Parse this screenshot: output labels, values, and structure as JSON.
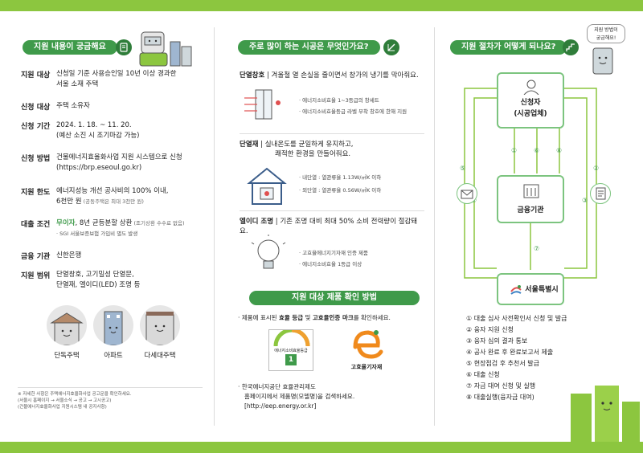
{
  "col1": {
    "pill": "지원 내용이 궁금해요",
    "rows": [
      {
        "key": "지원 대상",
        "lines": [
          "신청일 기준 사용승인일 10년 이상 경과한",
          "서울 소재 주택"
        ]
      },
      {
        "key": "신청 대상",
        "lines": [
          "주택 소유자"
        ]
      },
      {
        "key": "신청 기간",
        "lines": [
          "2024. 1. 18. ~ 11. 20.",
          "(예산 소진 시 조기마감 가능)"
        ]
      },
      {
        "key": "신청 방법",
        "lines": [
          "건물에너지효율화사업 지원 시스템으로 신청",
          "(https://brp.eseoul.go.kr)"
        ]
      },
      {
        "key": "지원 한도",
        "lines": [
          "에너지성능 개선 공사비의 100% 이내,"
        ],
        "line2_main": "6천만 원",
        "line2_small": " (공동주택은 최대 3천만 원)"
      },
      {
        "key": "대출 조건",
        "green": "무이자",
        "rest": ", 8년 균등분할 상환",
        "small": " (조기상환 수수료 없음)",
        "sub": "· SGI 서울보증보험 가입비 별도 발생"
      },
      {
        "key": "금융 기관",
        "lines": [
          "신한은행"
        ]
      },
      {
        "key": "지원 범위",
        "lines": [
          "단열창호, 고기밀성 단열문,",
          "단열재, 엘이디(LED) 조명 등"
        ]
      }
    ],
    "houses": [
      "단독주택",
      "아파트",
      "다세대주택"
    ],
    "footnote": [
      "※ 자세한 사항은 주택에너지효율화사업 공고문을 확인하세요.",
      "(서울시 홈페이지 → 서울소식 → 공고 → 고시공고)",
      "(건물에너지효율화사업 지원시스템 내 공지사항)"
    ]
  },
  "col2": {
    "pill": "주로 많이 하는 시공은 무엇인가요?",
    "sections": [
      {
        "name": "단열창호",
        "desc": " | 겨울철 열 손실을 줄이면서 창가의 냉기를 막아줘요.",
        "bullets": [
          "에너지소비효율 1~3등급의 창세트",
          "에너지소비효율등급 라벨 부착 창호에 한해 지원"
        ]
      },
      {
        "name": "단열재",
        "desc": " | 실내온도를 균일하게 유지하고,",
        "desc2": "쾌적한 환경을 만들어줘요.",
        "bullets": [
          "내단열 : 열관류율 1.13W/㎡K 이하",
          "외단열 : 열관류율 0.56W/㎡K 이하"
        ]
      },
      {
        "name": "엘이디 조명",
        "desc": " | 기존 조명 대비 최대 50% 소비 전력량이 절감돼요.",
        "bullets": [
          "고효율에너지기자재 인증 제품",
          "에너지소비효율 1등급 이상"
        ]
      }
    ],
    "pill2": "지원 대상 제품 확인 방법",
    "check1_pre": "· 제품에 표시된 ",
    "check1_b1": "효율 등급",
    "check1_mid": " 및 ",
    "check1_b2": "고효율인증 마크",
    "check1_post": "를 확인하세요.",
    "label_caption": "에너지소비효율등급",
    "label_grade": "1",
    "mark_text": "고효율기자재",
    "check2": [
      "· 한국에너지공단 효율관리제도",
      "홈페이지에서 제품명(모델명)을 검색하세요.",
      "[http://eep.energy.or.kr]"
    ]
  },
  "col3": {
    "pill": "지원 절차가 어떻게 되나요?",
    "bubble": [
      "지원 방법이",
      "궁금해요!"
    ],
    "node_top": [
      "신청자",
      "(시공업체)"
    ],
    "node_mid": "금융기관",
    "node_bot": "서울특별시",
    "nums": [
      "①",
      "②",
      "③",
      "④",
      "⑤",
      "⑥",
      "⑦",
      "⑧"
    ],
    "steps": [
      "① 대출 심사 사전확인서 신청 및 발급",
      "② 융자 지원 신청",
      "③ 융자 심의 결과 통보",
      "④ 공사 완료 후 완료보고서 제출",
      "⑤ 현장점검 후 추천서 발급",
      "⑥ 대출 신청",
      "⑦ 자금 대여 신청 및 실행",
      "⑧ 대출실행(융자금 대여)"
    ]
  },
  "colors": {
    "accent": "#8cc63f",
    "pill": "#3f9a4a",
    "node_border": "#7cc47f"
  }
}
